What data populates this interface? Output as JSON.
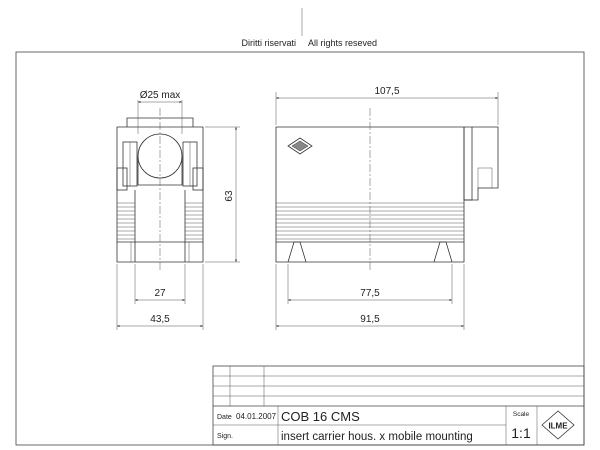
{
  "header": {
    "rights_it": "Diritti riservati",
    "rights_en": "All rights reseved"
  },
  "dimensions": {
    "cable_max": "Ø25 max",
    "height": "63",
    "left_inner": "27",
    "left_overall": "43,5",
    "right_top": "107,5",
    "right_inner": "77,5",
    "right_overall": "91,5"
  },
  "title_block": {
    "date_label": "Date",
    "date_value": "04.01.2007",
    "sign_label": "Sign.",
    "code": "COB 16 CMS",
    "description": "insert carrier hous. x mobile mounting",
    "scale_label": "Scale",
    "scale_value": "1:1",
    "logo_text": "ILME"
  },
  "icons": {
    "brand_mark": "ilme-diamond-logo"
  }
}
